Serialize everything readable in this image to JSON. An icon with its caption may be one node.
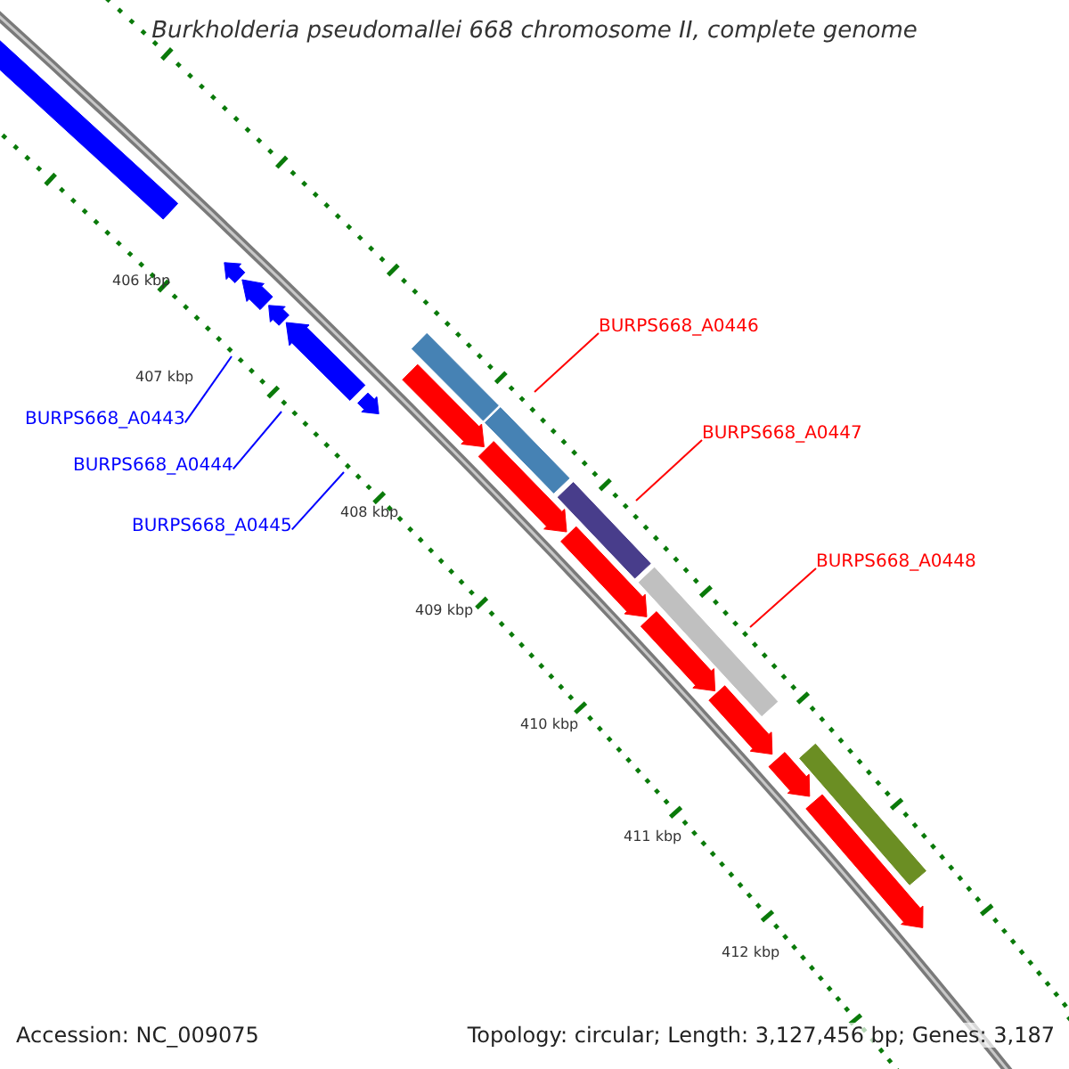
{
  "diagram": {
    "title": "Burkholderia pseudomallei 668 chromosome II, complete genome",
    "nodes": [
      {
        "text": [
          "BURPS668_A0443"
        ]
      },
      {
        "text": [
          "BURPS668_A0444"
        ]
      },
      {
        "text": [
          "BURPS668_A0445"
        ]
      },
      {
        "text": [
          "BURPS668_A0446"
        ]
      },
      {
        "text": [
          "BURPS668_A0447"
        ]
      },
      {
        "text": [
          "BURPS668_A0448"
        ]
      }
    ],
    "edges": [
      {
        "from": 0,
        "to": null,
        "arrow": "none",
        "color": "#0000ff"
      },
      {
        "from": 1,
        "to": null,
        "arrow": "none",
        "color": "#0000ff"
      },
      {
        "from": 2,
        "to": null,
        "arrow": "none",
        "color": "#0000ff"
      },
      {
        "from": 3,
        "to": null,
        "arrow": "none",
        "color": "#ff0000"
      },
      {
        "from": 4,
        "to": null,
        "arrow": "none",
        "color": "#ff0000"
      },
      {
        "from": 5,
        "to": null,
        "arrow": "none",
        "color": "#ff0000"
      }
    ],
    "labels": [
      "406 kbp",
      "407 kbp",
      "408 kbp",
      "409 kbp",
      "410 kbp",
      "411 kbp",
      "412 kbp",
      "Accession: NC_009075",
      "Topology: circular; Length: 3,127,456 bp; Genes: 3,187"
    ]
  }
}
